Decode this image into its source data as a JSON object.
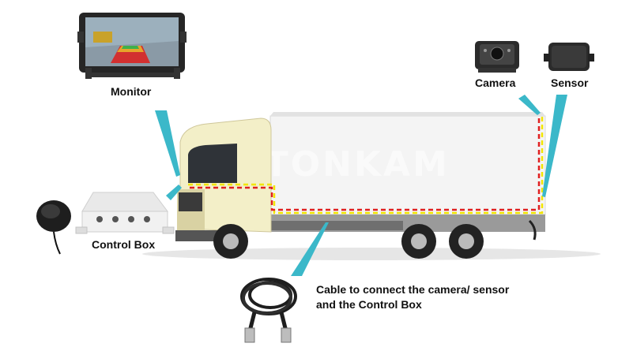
{
  "labels": {
    "monitor": "Monitor",
    "camera": "Camera",
    "sensor": "Sensor",
    "control_box": "Control Box",
    "cable_line1": "Cable to connect the camera/ sensor",
    "cable_line2": "and the Control Box"
  },
  "watermark": "STONKAM",
  "colors": {
    "pointer": "#3bb8c9",
    "cable_red": "#e02020",
    "cable_yellow": "#f2e600",
    "cab": "#f3efc8",
    "box_body": "#f4f4f4"
  },
  "icons": [
    "monitor-icon",
    "camera-icon",
    "sensor-icon",
    "control-box-icon",
    "button-sensor-icon",
    "cable-coil-icon",
    "truck-illustration"
  ]
}
